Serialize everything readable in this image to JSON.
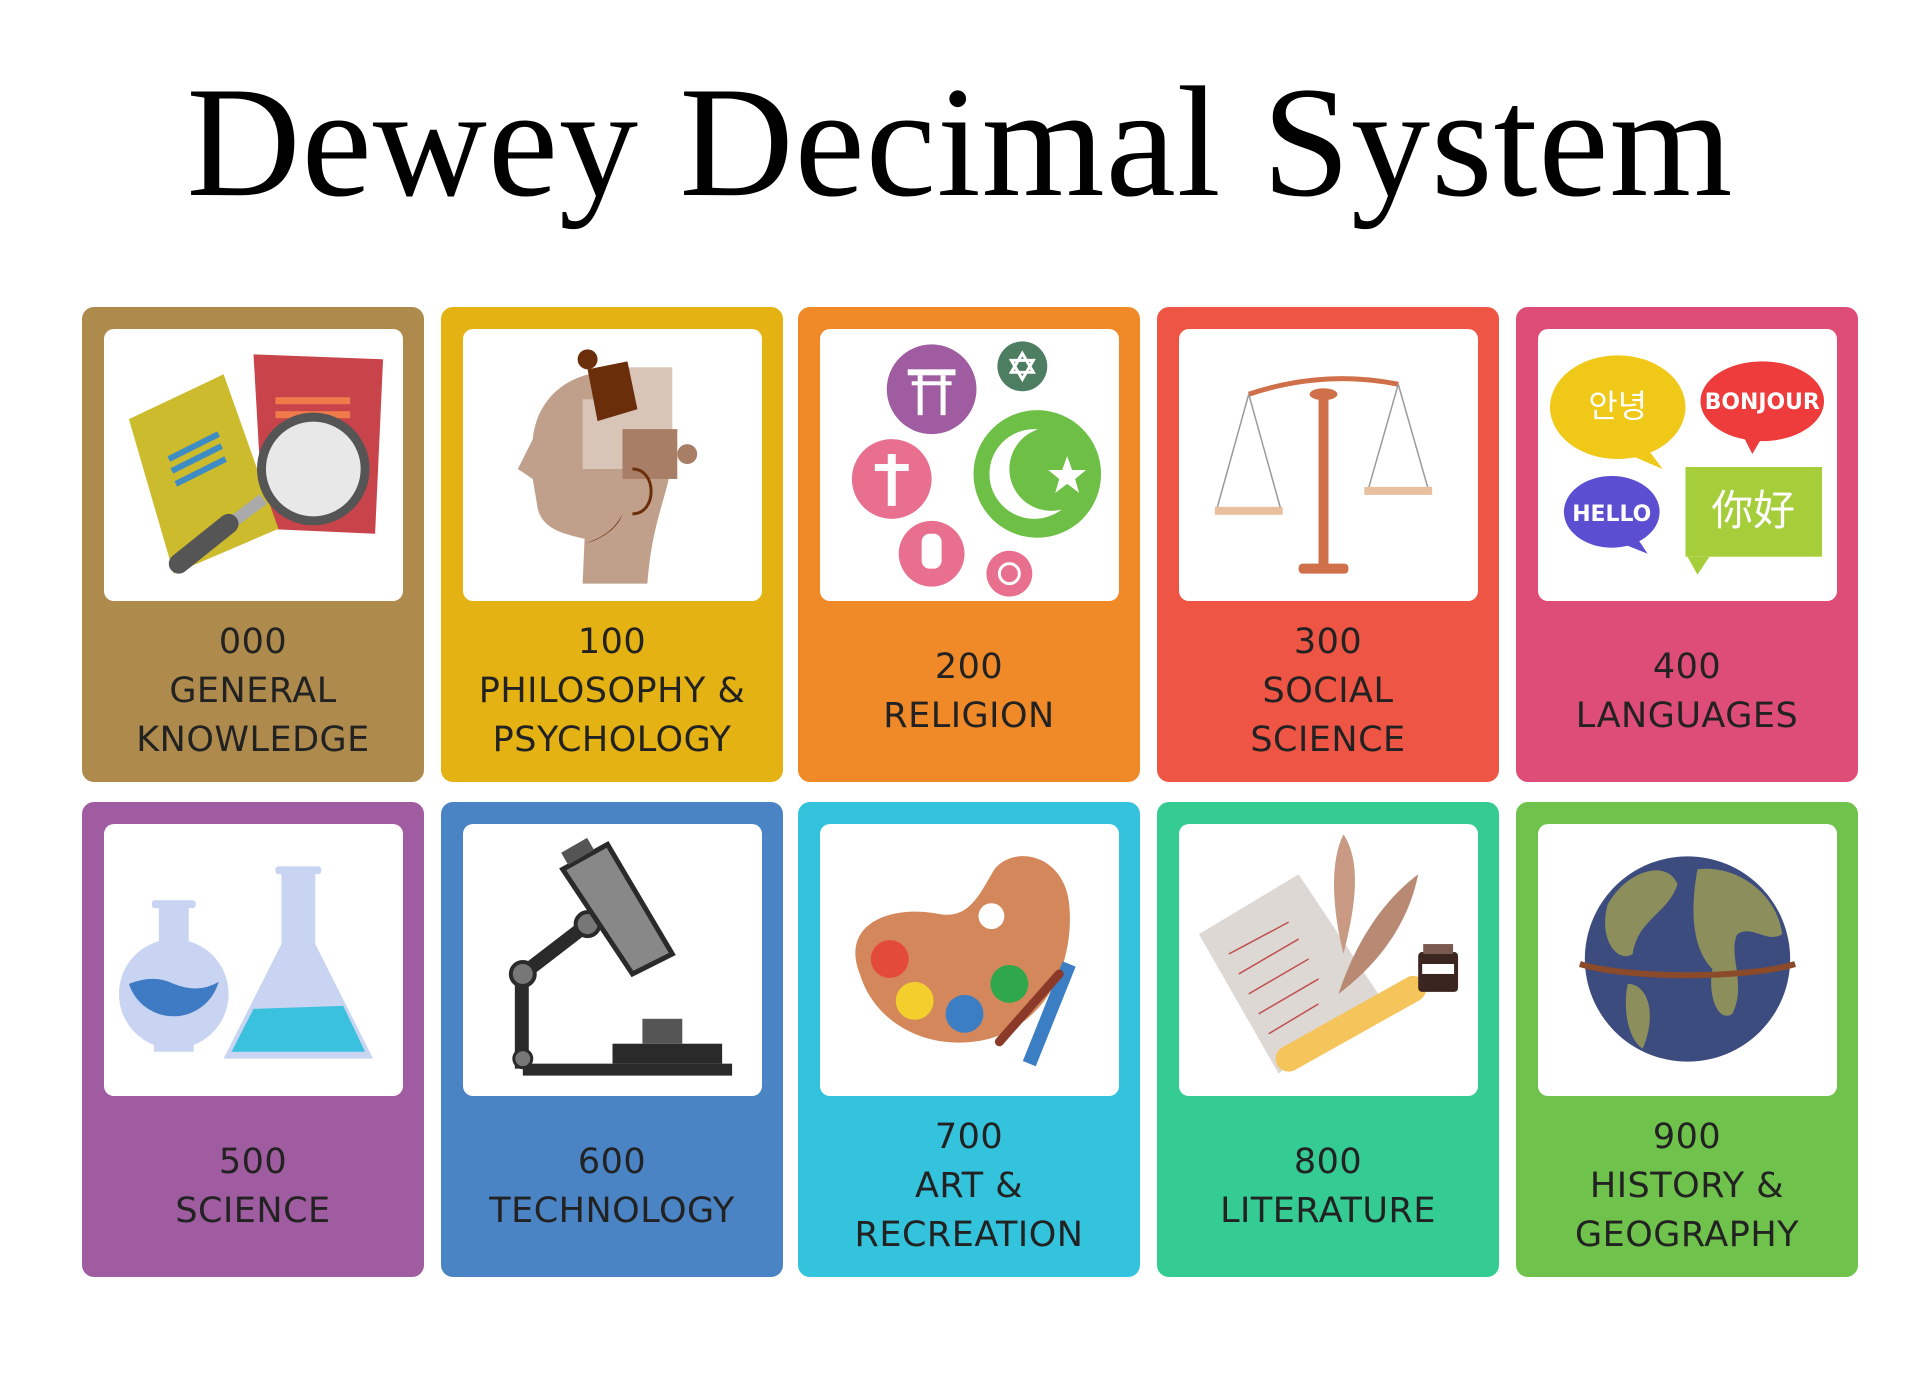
{
  "title": "Dewey Decimal System",
  "categories": [
    {
      "number": "000",
      "name_lines": [
        "GENERAL",
        "KNOWLEDGE"
      ],
      "color": "#AE8B4C",
      "icon": "documents-magnifier-icon"
    },
    {
      "number": "100",
      "name_lines": [
        "PHILOSOPHY &",
        "PSYCHOLOGY"
      ],
      "color": "#E5B214",
      "icon": "head-puzzle-icon"
    },
    {
      "number": "200",
      "name_lines": [
        "RELIGION"
      ],
      "color": "#F08A28",
      "icon": "religious-symbols-icon"
    },
    {
      "number": "300",
      "name_lines": [
        "SOCIAL",
        "SCIENCE"
      ],
      "color": "#EE5545",
      "icon": "balance-scale-icon"
    },
    {
      "number": "400",
      "name_lines": [
        "LANGUAGES"
      ],
      "color": "#DE4C78",
      "icon": "speech-bubbles-icon",
      "bubbles": {
        "korean": "안녕",
        "french": "BONJOUR",
        "english": "HELLO",
        "chinese": "你好"
      }
    },
    {
      "number": "500",
      "name_lines": [
        "SCIENCE"
      ],
      "color": "#A05CA0",
      "icon": "flasks-icon"
    },
    {
      "number": "600",
      "name_lines": [
        "TECHNOLOGY"
      ],
      "color": "#4A84C4",
      "icon": "microscope-icon"
    },
    {
      "number": "700",
      "name_lines": [
        "ART &",
        "RECREATION"
      ],
      "color": "#33C3DC",
      "icon": "paint-palette-icon"
    },
    {
      "number": "800",
      "name_lines": [
        "LITERATURE"
      ],
      "color": "#34CC92",
      "icon": "scroll-quill-icon"
    },
    {
      "number": "900",
      "name_lines": [
        "HISTORY &",
        "GEOGRAPHY"
      ],
      "color": "#6FC24B",
      "icon": "globe-icon"
    }
  ]
}
